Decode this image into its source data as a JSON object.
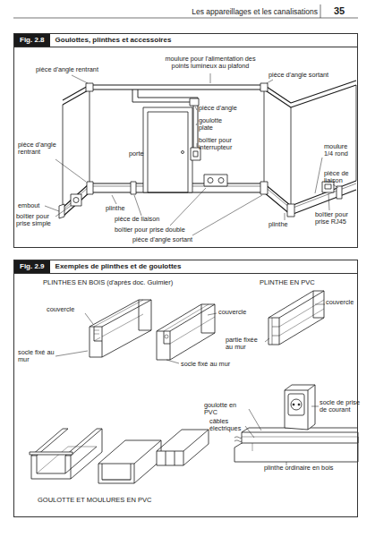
{
  "diagram": {
    "nodes": [
      {
        "text": [
          "Fig. 2.8",
          "Goulottes, plinthes et accessoires"
        ]
      },
      {
        "text": [
          "Fig. 2.9",
          "Exemples de plinthes et de goulottes"
        ]
      }
    ],
    "labels": [
      "Les appareillages et les canalisations",
      "35",
      "pièce d'angle rentrant",
      "moulure pour l'alimentation des points lumineux au plafond",
      "pièce d'angle sortant",
      "pièce d'angle",
      "goulotte plate",
      "boîtier pour interrupteur",
      "porte",
      "pièce d'angle rentrant",
      "moulure 1/4 rond",
      "pièce de liaison",
      "embout",
      "boîtier pour prise simple",
      "plinthe",
      "pièce de liaison",
      "boîtier pour prise double",
      "pièce d'angle sortant",
      "plinthe",
      "boîtier pour prise RJ45",
      "PLINTHES EN BOIS (d'après doc. Guimier)",
      "PLINTHE EN PVC",
      "couvercle",
      "couvercle",
      "socle fixé au mur",
      "socle fixé au mur",
      "couvercle",
      "partie fixée au mur",
      "goulotte en PVC",
      "câbles électriques",
      "socle de prise de courant",
      "plinthe ordinaire en bois",
      "GOULOTTE ET MOULURES EN PVC"
    ]
  }
}
